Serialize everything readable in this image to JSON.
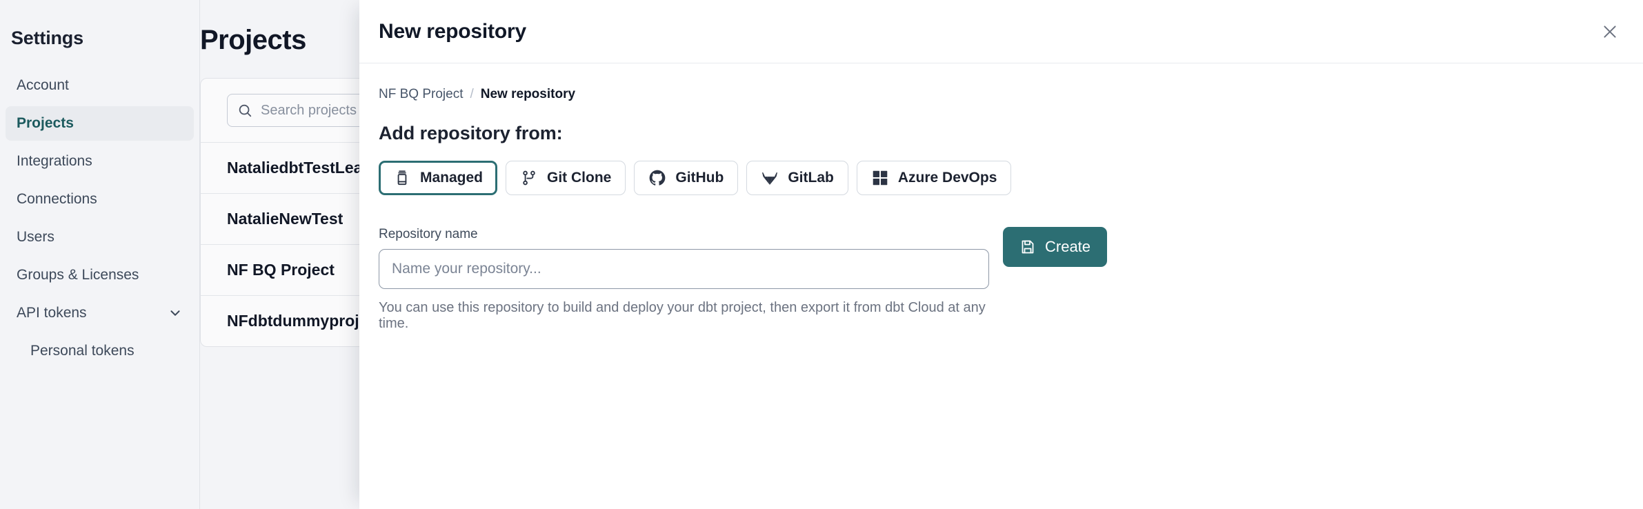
{
  "sidebar": {
    "title": "Settings",
    "items": [
      {
        "label": "Account",
        "active": false,
        "child": false,
        "chevron": false
      },
      {
        "label": "Projects",
        "active": true,
        "child": false,
        "chevron": false
      },
      {
        "label": "Integrations",
        "active": false,
        "child": false,
        "chevron": false
      },
      {
        "label": "Connections",
        "active": false,
        "child": false,
        "chevron": false
      },
      {
        "label": "Users",
        "active": false,
        "child": false,
        "chevron": false
      },
      {
        "label": "Groups & Licenses",
        "active": false,
        "child": false,
        "chevron": false
      },
      {
        "label": "API tokens",
        "active": false,
        "child": false,
        "chevron": true
      },
      {
        "label": "Personal tokens",
        "active": false,
        "child": true,
        "chevron": false
      }
    ]
  },
  "main": {
    "page_title": "Projects",
    "search": {
      "placeholder": "Search projects by name",
      "icon": "search-icon",
      "value": ""
    },
    "projects": [
      {
        "name": "NataliedbtTestLearn T"
      },
      {
        "name": "NatalieNewTest"
      },
      {
        "name": "NF BQ Project"
      },
      {
        "name": "NFdbtdummyproject"
      }
    ]
  },
  "modal": {
    "title": "New repository",
    "close_icon": "close-icon",
    "breadcrumb": {
      "parent": "NF BQ Project",
      "separator": "/",
      "current": "New repository"
    },
    "section_title": "Add repository from:",
    "sources": [
      {
        "label": "Managed",
        "icon": "database-icon",
        "selected": true
      },
      {
        "label": "Git Clone",
        "icon": "git-branch-icon",
        "selected": false
      },
      {
        "label": "GitHub",
        "icon": "github-icon",
        "selected": false
      },
      {
        "label": "GitLab",
        "icon": "gitlab-icon",
        "selected": false
      },
      {
        "label": "Azure DevOps",
        "icon": "azure-devops-icon",
        "selected": false
      }
    ],
    "repository_name": {
      "label": "Repository name",
      "placeholder": "Name your repository...",
      "value": ""
    },
    "create_button": {
      "label": "Create",
      "icon": "save-icon"
    },
    "help_text": "You can use this repository to build and deploy your dbt project, then export it from dbt Cloud at any time."
  },
  "colors": {
    "accent": "#2c6e73",
    "page_bg": "#f8f9fb",
    "text": "#111827",
    "muted": "#6b7280",
    "border": "#e5e7eb"
  }
}
